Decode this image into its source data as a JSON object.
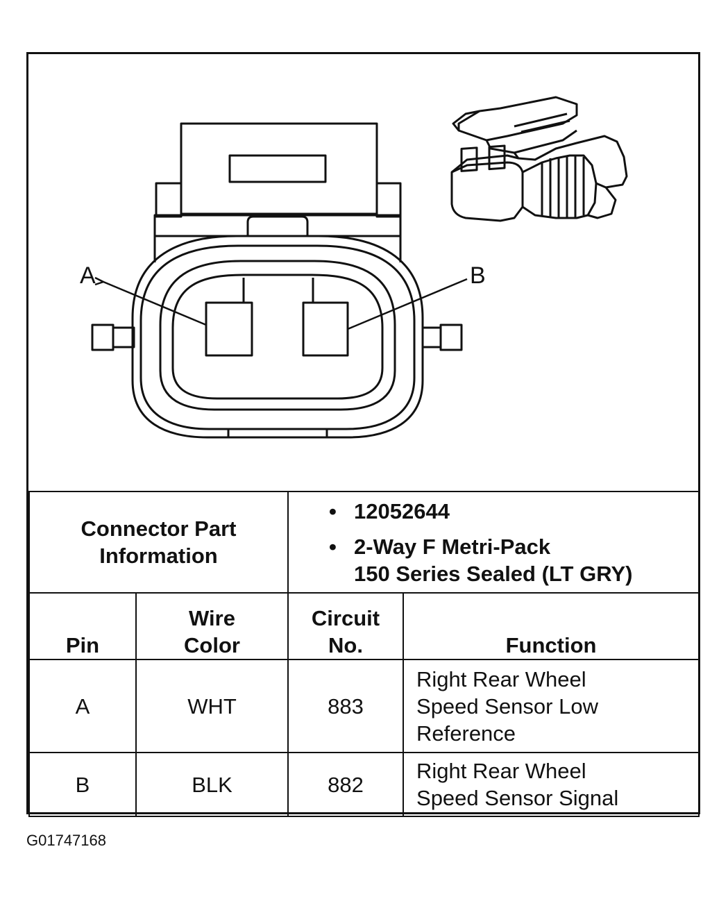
{
  "figure_id": "G01747168",
  "pin_callouts": {
    "a": "A",
    "b": "B"
  },
  "connector_info": {
    "label_line1": "Connector Part",
    "label_line2": "Information",
    "bullet": "•",
    "items": [
      {
        "line1": "12052644",
        "line2": ""
      },
      {
        "line1": "2-Way F Metri-Pack",
        "line2": "150 Series Sealed (LT GRY)"
      }
    ]
  },
  "table": {
    "headers": {
      "pin": "Pin",
      "wire_color_line1": "Wire",
      "wire_color_line2": "Color",
      "circuit_line1": "Circuit",
      "circuit_line2": "No.",
      "function": "Function"
    },
    "rows": [
      {
        "pin": "A",
        "wire_color": "WHT",
        "circuit": "883",
        "function_lines": [
          "Right Rear Wheel",
          "Speed Sensor Low",
          "Reference"
        ]
      },
      {
        "pin": "B",
        "wire_color": "BLK",
        "circuit": "882",
        "function_lines": [
          "Right Rear Wheel",
          "Speed Sensor Signal",
          ""
        ]
      }
    ]
  }
}
